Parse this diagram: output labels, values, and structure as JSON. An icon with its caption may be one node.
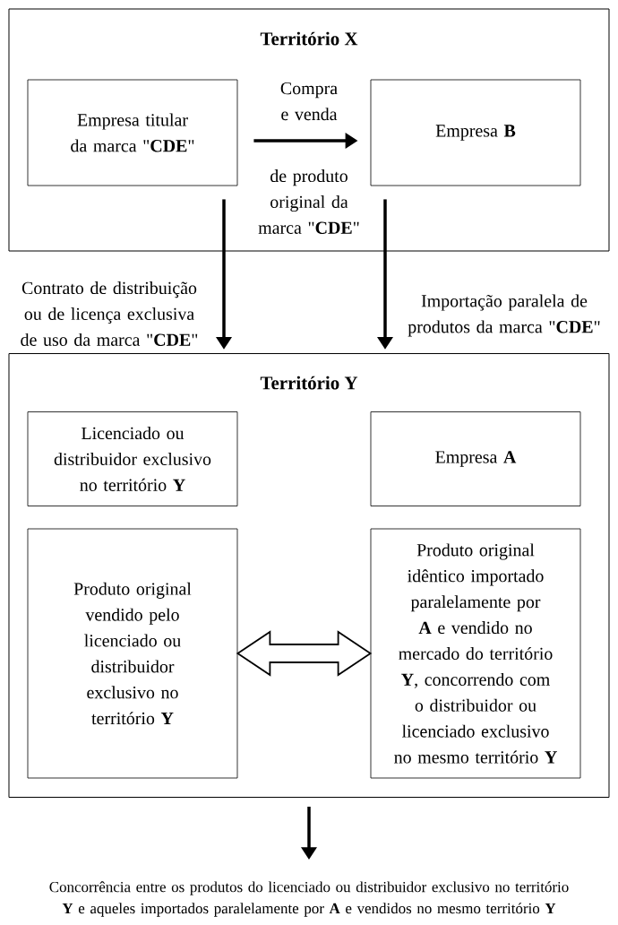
{
  "diagram": {
    "nodes": [
      {
        "text": [
          "Território X"
        ]
      },
      {
        "text": [
          "Empresa titular da marca \"**CDE**\""
        ],
        "in": 0
      },
      {
        "text": [
          "Empresa **B**"
        ],
        "in": 0
      },
      {
        "text": [
          "Território Y"
        ]
      },
      {
        "text": [
          "Licenciado ou distribuidor exclusivo no território **Y**"
        ],
        "in": 3
      },
      {
        "text": [
          "Empresa **A**"
        ],
        "in": 3
      },
      {
        "text": [
          "Produto original vendido pelo licenciado ou distribuidor exclusivo no território **Y**"
        ],
        "in": 3
      },
      {
        "text": [
          "Produto original idêntico importado paralelamente por **A** e vendido no mercado do território **Y**, concorrendo com o distribuidor ou licenciado exclusivo no mesmo território **Y**"
        ],
        "in": 3
      },
      {
        "text": [
          "Concorrência entre os produtos do licenciado ou distribuidor exclusivo no território **Y** e aqueles importados paralelamente por **A** e vendidos no mesmo território **Y**"
        ]
      }
    ],
    "edges": [
      {
        "from": 1,
        "to": 2,
        "arrow": "to",
        "label": "Compra e venda"
      },
      {
        "from": 1,
        "to": 3,
        "arrow": "to",
        "label": "Contrato de distribuição ou de licença exclusiva de uso da marca \"**CDE**\""
      },
      {
        "from": 2,
        "to": 3,
        "arrow": "to",
        "label": "Importação paralela de produtos da marca \"**CDE**\""
      },
      {
        "from": 6,
        "to": 7,
        "arrow": "both",
        "style": "thick"
      },
      {
        "from": 3,
        "to": 8,
        "arrow": "to"
      }
    ],
    "labels": [
      "de produto original da marca \"**CDE**\""
    ]
  }
}
